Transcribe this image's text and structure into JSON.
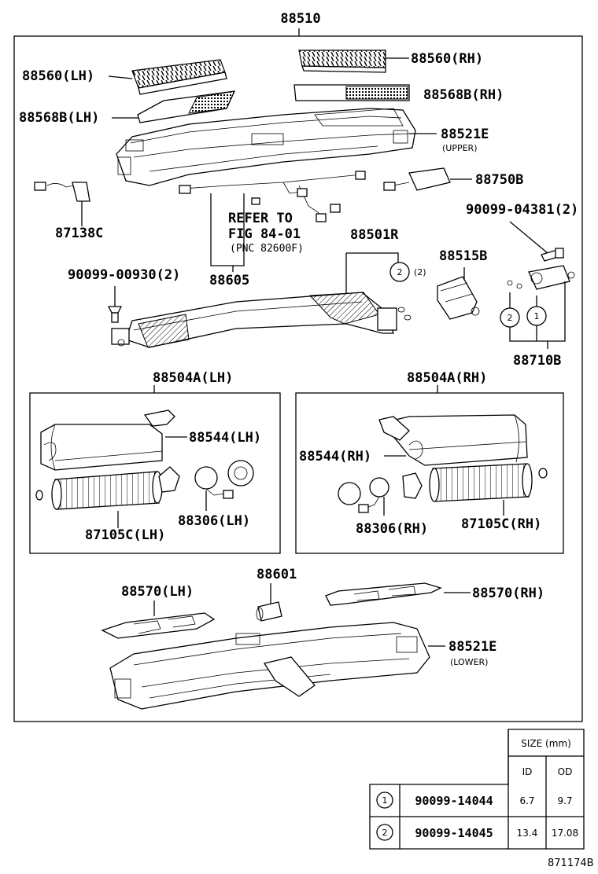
{
  "labels": {
    "assembly": "88510",
    "louver_lh": "88560(LH)",
    "louver_rh": "88560(RH)",
    "filter_lh": "88568B(LH)",
    "filter_rh": "88568B(RH)",
    "case_upper": "88521E",
    "case_upper_note": "(UPPER)",
    "amplifier": "88750B",
    "screw_top": "90099-04381(2)",
    "connector": "87138C",
    "refer_line1": "REFER TO",
    "refer_line2": "FIG 84-01",
    "refer_line3": "(PNC 82600F)",
    "wire": "88605",
    "evaporator": "88501R",
    "expansion_valve": "88515B",
    "screw_left": "90099-00930(2)",
    "evap_circle_qty": "(2)",
    "oring_set": "88710B",
    "blower_lh": "88504A(LH)",
    "blower_rh": "88504A(RH)",
    "housing_lh": "88544(LH)",
    "housing_rh": "88544(RH)",
    "motor_lh": "88306(LH)",
    "motor_rh": "88306(RH)",
    "fan_lh": "87105C(LH)",
    "fan_rh": "87105C(RH)",
    "duct_lh": "88570(LH)",
    "duct_rh": "88570(RH)",
    "grommet": "88601",
    "case_lower": "88521E",
    "case_lower_note": "(LOWER)",
    "figure_id": "871174B"
  },
  "callouts": {
    "one": "1",
    "two": "2"
  },
  "size_table": {
    "header": "SIZE (mm)",
    "col_id": "ID",
    "col_od": "OD",
    "rows": [
      {
        "mark": "1",
        "part": "90099-14044",
        "id": "6.7",
        "od": "9.7"
      },
      {
        "mark": "2",
        "part": "90099-14045",
        "id": "13.4",
        "od": "17.08"
      }
    ]
  }
}
